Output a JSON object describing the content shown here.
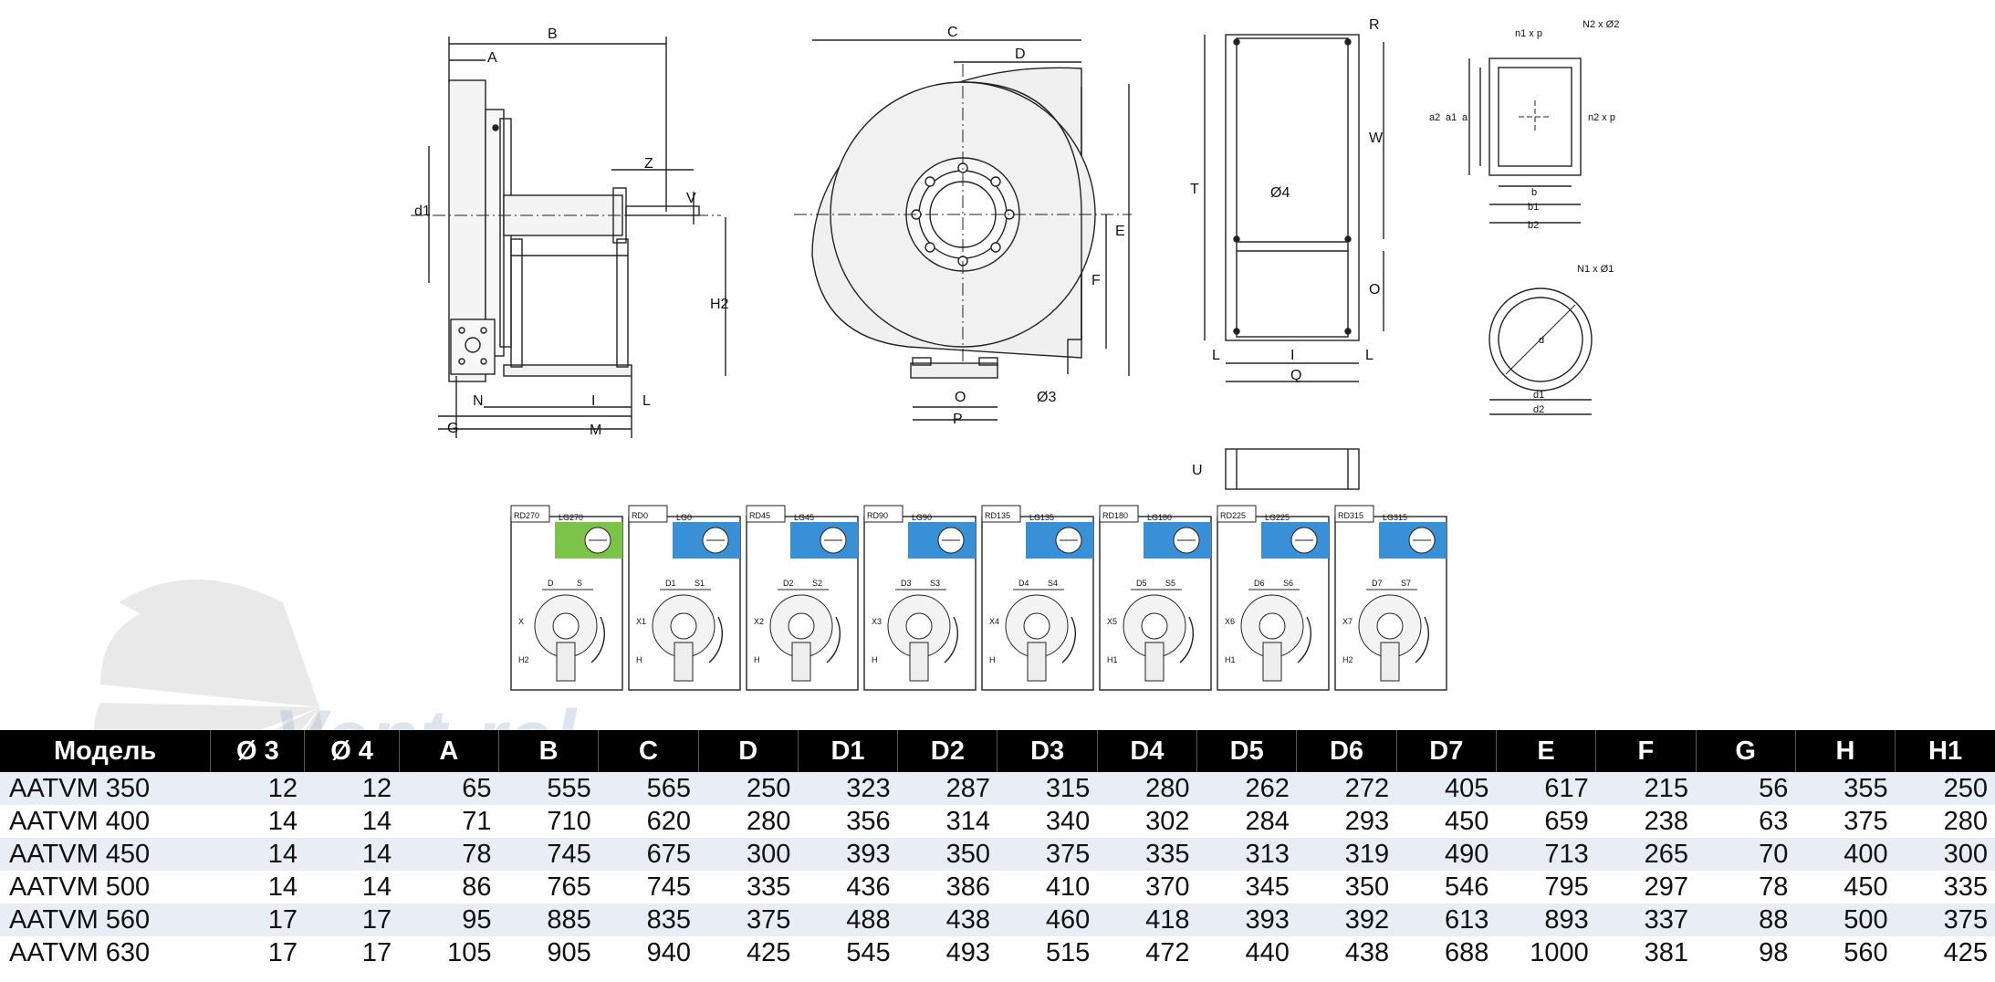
{
  "side_view": {
    "labels": [
      "B",
      "A",
      "Z",
      "V",
      "d1",
      "H2",
      "N",
      "I",
      "L",
      "G",
      "M"
    ]
  },
  "front_view": {
    "labels": [
      "C",
      "D",
      "E",
      "F",
      "O",
      "P",
      "Ø3"
    ]
  },
  "frame_view": {
    "labels": [
      "R",
      "W",
      "T",
      "Ø4",
      "O",
      "L",
      "I",
      "L",
      "Q",
      "U"
    ]
  },
  "square_flange": {
    "labels": [
      "n1 x p",
      "N2 x Ø2",
      "a2",
      "a1",
      "a",
      "n2 x p",
      "b",
      "b1",
      "b2"
    ]
  },
  "round_flange": {
    "labels": [
      "N1 x Ø1",
      "d",
      "d1",
      "d2"
    ]
  },
  "orientations": [
    {
      "rd": "RD270",
      "lg": "LG270",
      "d": "D",
      "s": "S",
      "x": "X",
      "h": "H2",
      "highlight": "#7cc34a"
    },
    {
      "rd": "RD0",
      "lg": "LG0",
      "d": "D1",
      "s": "S1",
      "x": "X1",
      "h": "H",
      "highlight": "#3a90d6"
    },
    {
      "rd": "RD45",
      "lg": "LG45",
      "d": "D2",
      "s": "S2",
      "x": "X2",
      "h": "H",
      "highlight": "#3a90d6"
    },
    {
      "rd": "RD90",
      "lg": "LG90",
      "d": "D3",
      "s": "S3",
      "x": "X3",
      "h": "H",
      "highlight": "#3a90d6"
    },
    {
      "rd": "RD135",
      "lg": "LG135",
      "d": "D4",
      "s": "S4",
      "x": "X4",
      "h": "H",
      "highlight": "#3a90d6"
    },
    {
      "rd": "RD180",
      "lg": "LG180",
      "d": "D5",
      "s": "S5",
      "x": "X5",
      "h": "H1",
      "highlight": "#3a90d6"
    },
    {
      "rd": "RD225",
      "lg": "LG225",
      "d": "D6",
      "s": "S6",
      "x": "X6",
      "h": "H1",
      "highlight": "#3a90d6"
    },
    {
      "rd": "RD315",
      "lg": "LG315",
      "d": "D7",
      "s": "S7",
      "x": "X7",
      "h": "H2",
      "highlight": "#3a90d6"
    }
  ],
  "watermark": {
    "text": "Vent-rel"
  },
  "table": {
    "headers": [
      "Модель",
      "Ø 3",
      "Ø 4",
      "A",
      "B",
      "C",
      "D",
      "D1",
      "D2",
      "D3",
      "D4",
      "D5",
      "D6",
      "D7",
      "E",
      "F",
      "G",
      "H",
      "H1"
    ],
    "rows": [
      [
        "AATVM 350",
        "12",
        "12",
        "65",
        "555",
        "565",
        "250",
        "323",
        "287",
        "315",
        "280",
        "262",
        "272",
        "405",
        "617",
        "215",
        "56",
        "355",
        "250"
      ],
      [
        "AATVM 400",
        "14",
        "14",
        "71",
        "710",
        "620",
        "280",
        "356",
        "314",
        "340",
        "302",
        "284",
        "293",
        "450",
        "659",
        "238",
        "63",
        "375",
        "280"
      ],
      [
        "AATVM 450",
        "14",
        "14",
        "78",
        "745",
        "675",
        "300",
        "393",
        "350",
        "375",
        "335",
        "313",
        "319",
        "490",
        "713",
        "265",
        "70",
        "400",
        "300"
      ],
      [
        "AATVM 500",
        "14",
        "14",
        "86",
        "765",
        "745",
        "335",
        "436",
        "386",
        "410",
        "370",
        "345",
        "350",
        "546",
        "795",
        "297",
        "78",
        "450",
        "335"
      ],
      [
        "AATVM 560",
        "17",
        "17",
        "95",
        "885",
        "835",
        "375",
        "488",
        "438",
        "460",
        "418",
        "393",
        "392",
        "613",
        "893",
        "337",
        "88",
        "500",
        "375"
      ],
      [
        "AATVM 630",
        "17",
        "17",
        "105",
        "905",
        "940",
        "425",
        "545",
        "493",
        "515",
        "472",
        "440",
        "438",
        "688",
        "1000",
        "381",
        "98",
        "560",
        "425"
      ]
    ]
  }
}
